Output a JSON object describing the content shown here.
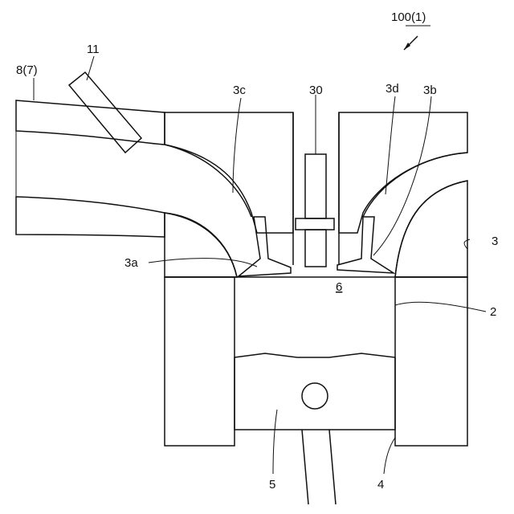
{
  "figure": {
    "ref_label": "100(1)",
    "labels": {
      "intake_pipe": "8(7)",
      "injector": "11",
      "intake_port": "3c",
      "spark_plug": "30",
      "exhaust_port": "3d",
      "exhaust_valve": "3b",
      "intake_valve": "3a",
      "combustion_chamber": "6",
      "cylinder_head": "3",
      "cylinder": "2",
      "piston": "5",
      "cylinder_block": "4"
    }
  }
}
